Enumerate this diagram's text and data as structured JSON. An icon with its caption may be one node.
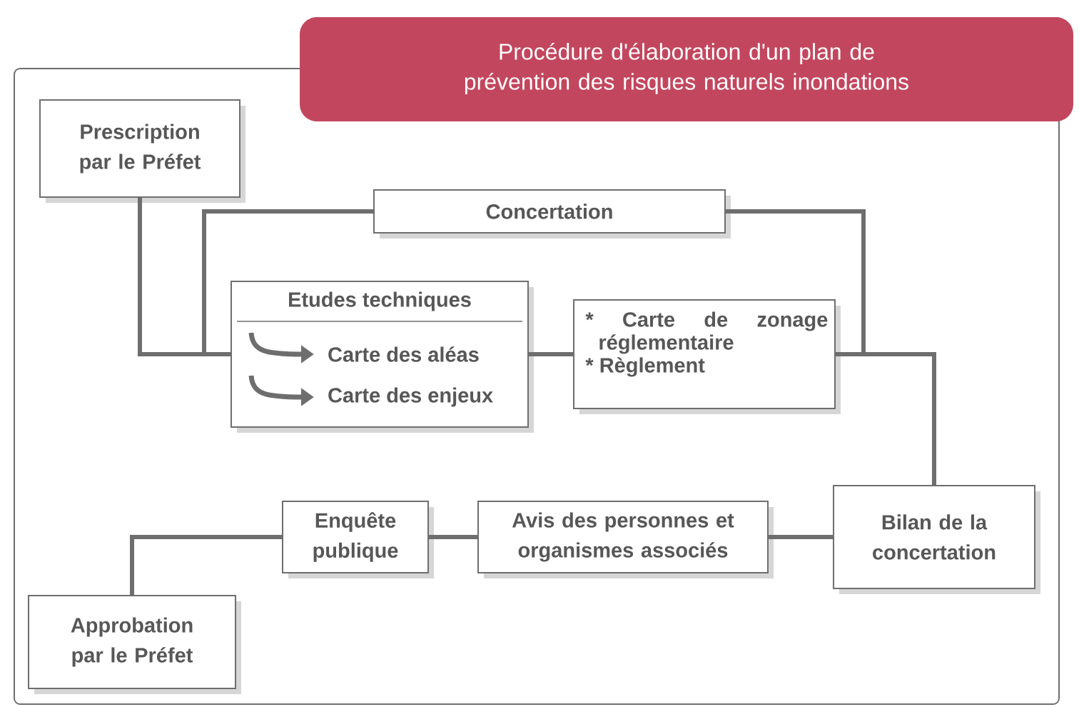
{
  "diagram": {
    "title": "Procédure d'élaboration d'un plan de prévention des risques naturels inondations",
    "nodes": [
      {
        "text": [
          "Prescription par le Préfet"
        ]
      },
      {
        "text": [
          "Concertation"
        ]
      },
      {
        "text": [
          "Etudes techniques",
          "Carte des aléas",
          "Carte des enjeux"
        ]
      },
      {
        "text": [
          "* Carte de zonage réglementaire",
          "* Règlement"
        ]
      },
      {
        "text": [
          "Bilan de la concertation"
        ]
      },
      {
        "text": [
          "Avis des personnes et organismes associés"
        ]
      },
      {
        "text": [
          "Enquête publique"
        ]
      },
      {
        "text": [
          "Approbation par le Préfet"
        ]
      }
    ],
    "edges": [
      {
        "from": 0,
        "to": 2,
        "arrow": "none"
      },
      {
        "from": 1,
        "to": 2,
        "arrow": "none"
      },
      {
        "from": 2,
        "to": 3,
        "arrow": "none"
      },
      {
        "from": 3,
        "to": 4,
        "arrow": "none"
      },
      {
        "from": 1,
        "to": 4,
        "arrow": "none"
      },
      {
        "from": 4,
        "to": 5,
        "arrow": "none"
      },
      {
        "from": 5,
        "to": 6,
        "arrow": "none"
      },
      {
        "from": 6,
        "to": 7,
        "arrow": "none"
      }
    ]
  }
}
